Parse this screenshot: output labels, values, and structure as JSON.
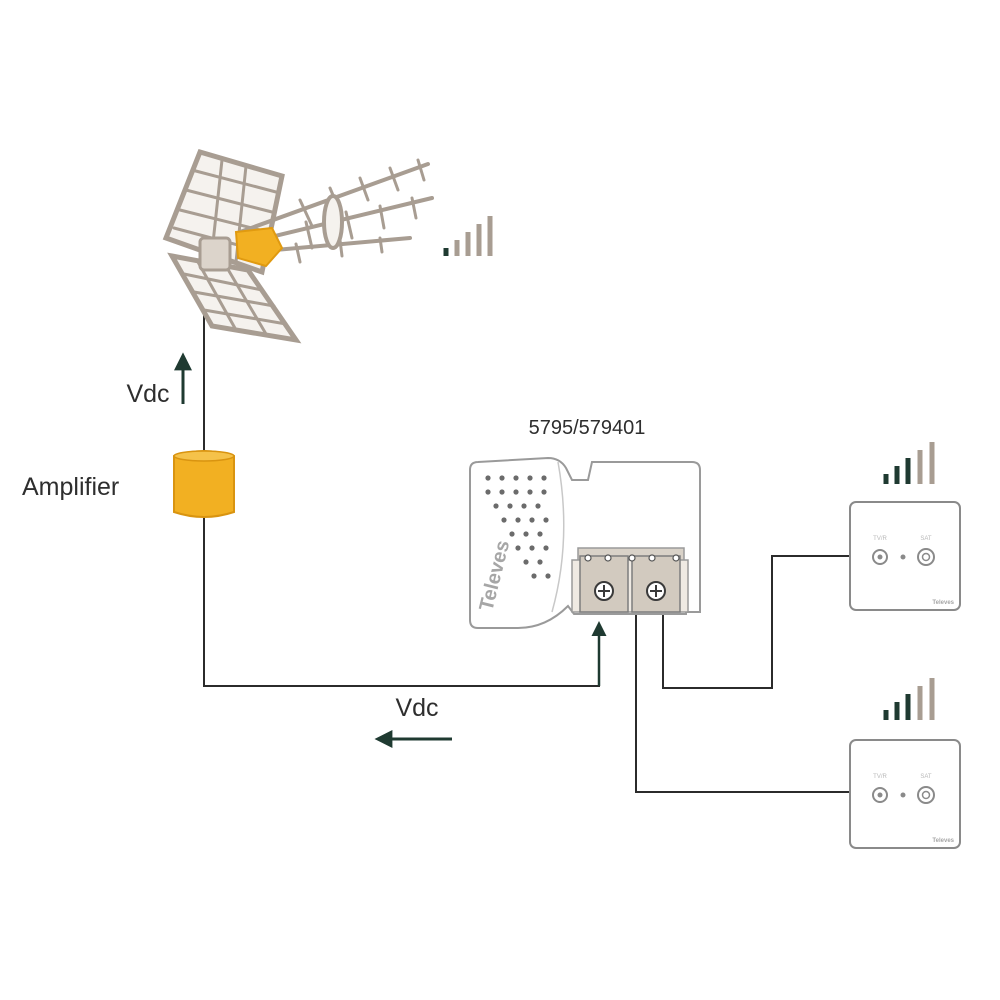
{
  "labels": {
    "vdc_up": "Vdc",
    "amplifier": "Amplifier",
    "model": "5795/579401",
    "vdc_bottom": "Vdc"
  },
  "psu": {
    "brand": "Televes"
  },
  "wall_outlet": {
    "brand": "Televes",
    "port_tv": "TV/R",
    "port_sat": "SAT"
  },
  "colors": {
    "cable": "#2b2b2b",
    "arrow": "#1f3a31",
    "amplifier": "#f2b022",
    "antenna_frame": "#b8aea2",
    "signal_dark": "#1f3a31",
    "signal_light": "#a89d92"
  },
  "icons": {
    "antenna": "yagi-antenna-icon",
    "amplifier": "mast-amplifier-icon",
    "power_supply": "power-supply-icon",
    "outlet": "wall-outlet-icon",
    "signal": "signal-bars-icon"
  }
}
